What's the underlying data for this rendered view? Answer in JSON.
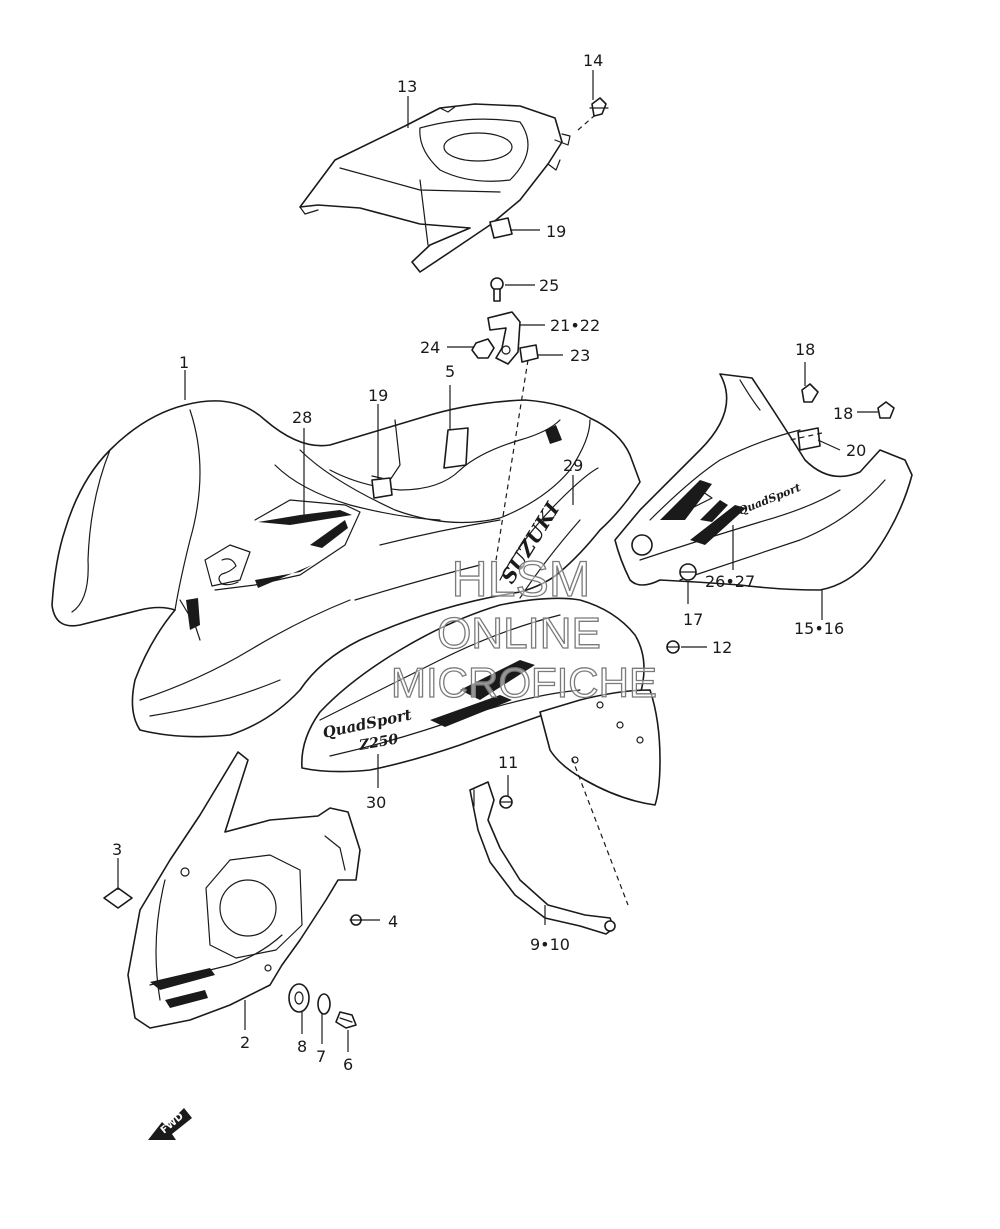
{
  "watermark": {
    "line1": "HLSM",
    "line2": "ONLINE",
    "line3": "MICROFICHE"
  },
  "decals": {
    "brand": "SUZUKI",
    "model": "QuadSport",
    "model_sub": "Z250"
  },
  "direction_label": "FWD",
  "callouts": {
    "c1": "1",
    "c2": "2",
    "c3": "3",
    "c4": "4",
    "c5": "5",
    "c6": "6",
    "c7": "7",
    "c8": "8",
    "c9_10": "9•10",
    "c11": "11",
    "c12": "12",
    "c13": "13",
    "c14": "14",
    "c15_16": "15•16",
    "c17": "17",
    "c18_top": "18",
    "c18_right": "18",
    "c19_top": "19",
    "c19_mid": "19",
    "c20": "20",
    "c21_22": "21•22",
    "c23": "23",
    "c24": "24",
    "c25": "25",
    "c26_27": "26•27",
    "c28": "28",
    "c29": "29",
    "c30": "30"
  }
}
